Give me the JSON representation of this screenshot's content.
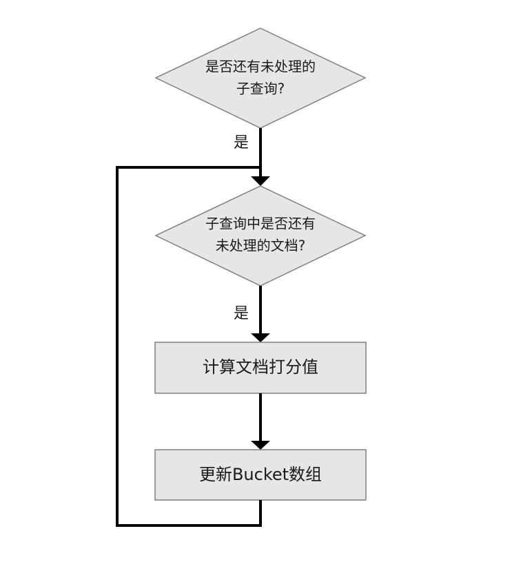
{
  "nodes": {
    "decision_subqueries": {
      "shape": "diamond",
      "lines": [
        "是否还有未处理的",
        "子查询?"
      ]
    },
    "decision_documents": {
      "shape": "diamond",
      "lines": [
        "子查询中是否还有",
        "未处理的文档?"
      ]
    },
    "process_score": {
      "shape": "rectangle",
      "label": "计算文档打分值"
    },
    "process_bucket": {
      "shape": "rectangle",
      "label": "更新Bucket数组"
    }
  },
  "edges": {
    "subqueries_to_documents": {
      "from": "decision_subqueries",
      "to": "decision_documents",
      "label": "是"
    },
    "documents_to_score": {
      "from": "decision_documents",
      "to": "process_score",
      "label": "是"
    },
    "score_to_bucket": {
      "from": "process_score",
      "to": "process_bucket"
    },
    "bucket_loop_back": {
      "from": "process_bucket",
      "to": "decision_documents"
    }
  },
  "colors": {
    "node_fill": "#e6e6e6",
    "node_stroke": "#7f7f7f",
    "edge": "#000000",
    "text": "#1a1a1a"
  }
}
